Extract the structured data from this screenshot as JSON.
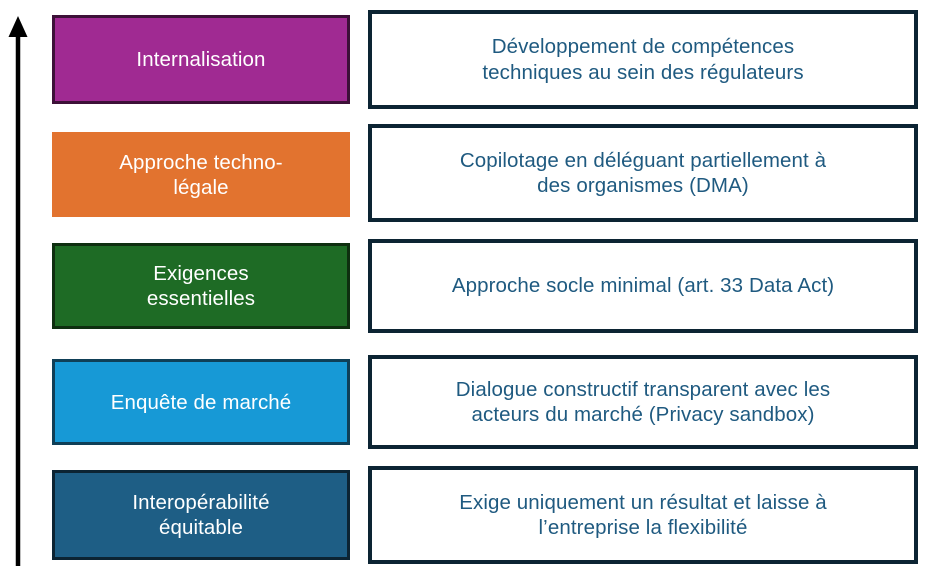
{
  "diagram": {
    "title_visible": false,
    "axis": {
      "name": "upward-progression-arrow",
      "direction": "up",
      "color": "#000000"
    },
    "palette": {
      "purple": "#A02A92",
      "purple_border": "#3D1038",
      "orange": "#E2732F",
      "orange_border": "#E2732F",
      "green": "#1E6B25",
      "green_border": "#0E2F10",
      "light_blue": "#1799D6",
      "light_blue_border": "#0F3F57",
      "dark_blue": "#1E5E85",
      "dark_blue_border": "#0C2433",
      "desc_border": "#0C2433",
      "desc_text": "#1F5A80",
      "stage_text": "#FFFFFF"
    },
    "rows": [
      {
        "stage_label": "Internalisation",
        "description": "Développement de compétences\ntechniques au sein des régulateurs",
        "fill": "#A02A92",
        "border": "#3D1038",
        "level": 5
      },
      {
        "stage_label": "Approche techno-\nlégale",
        "description": "Copilotage en déléguant partiellement à\ndes organismes (DMA)",
        "fill": "#E2732F",
        "border": "#E2732F",
        "level": 4
      },
      {
        "stage_label": "Exigences\nessentielles",
        "description": "Approche socle minimal (art. 33 Data Act)",
        "fill": "#1E6B25",
        "border": "#0E2F10",
        "level": 3
      },
      {
        "stage_label": "Enquête de marché",
        "description": "Dialogue constructif transparent avec les\nacteurs du marché (Privacy sandbox)",
        "fill": "#1799D6",
        "border": "#0F3F57",
        "level": 2
      },
      {
        "stage_label": "Interopérabilité\néquitable",
        "description": "Exige uniquement un résultat et laisse à\nl’entreprise la flexibilité",
        "fill": "#1E5E85",
        "border": "#0C2433",
        "level": 1
      }
    ]
  }
}
